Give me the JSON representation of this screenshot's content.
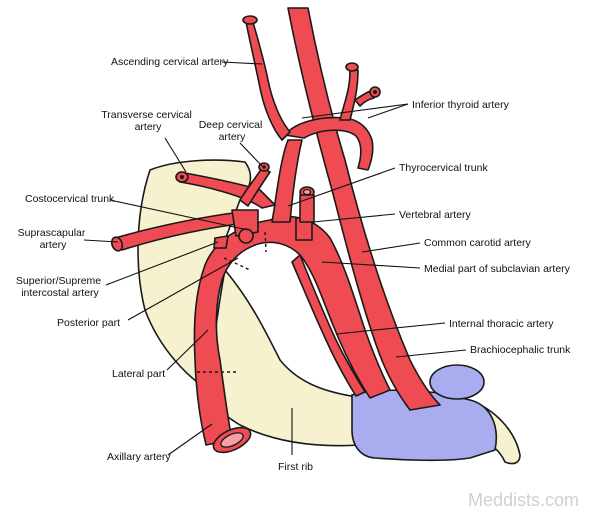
{
  "labels": {
    "ascending_cervical": "Ascending cervical artery",
    "inferior_thyroid": "Inferior thyroid artery",
    "transverse_cervical": [
      "Transverse cervical",
      "artery"
    ],
    "deep_cervical": [
      "Deep cervical",
      "artery"
    ],
    "thyrocervical": "Thyrocervical trunk",
    "costocervical": "Costocervical trunk",
    "vertebral": "Vertebral artery",
    "suprascapular": [
      "Suprascapular",
      "artery"
    ],
    "common_carotid": "Common carotid artery",
    "superior_intercostal": [
      "Superior/Supreme",
      "intercostal artery"
    ],
    "medial_part": "Medial part of subclavian artery",
    "posterior_part": "Posterior part",
    "internal_thoracic": "Internal thoracic artery",
    "brachiocephalic": "Brachiocephalic trunk",
    "lateral_part": "Lateral part",
    "axillary": "Axillary artery",
    "first_rib": "First rib"
  },
  "watermark": "Meddists.com",
  "colors": {
    "artery": "#ef4b52",
    "bone": "#f6f1cf",
    "cartilage": "#a9adf0",
    "outline": "#1a1a1a",
    "watermark": "#d0d0d0"
  }
}
